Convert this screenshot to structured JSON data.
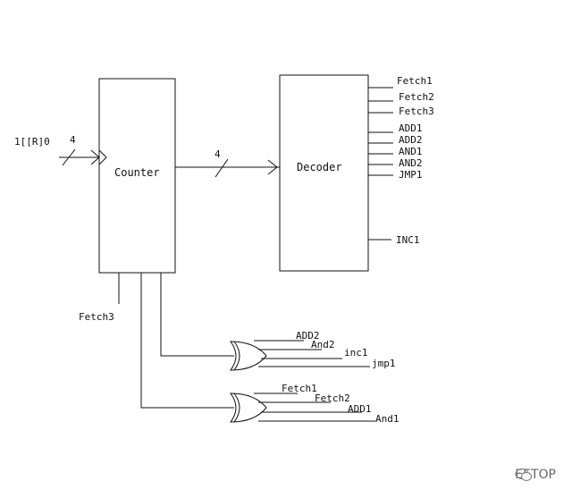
{
  "counter": {
    "label": "Counter",
    "input_label": "1[[R]0",
    "input_width": "4",
    "bottom_signal": "Fetch3"
  },
  "bus": {
    "width": "4"
  },
  "decoder": {
    "label": "Decoder",
    "outputs": [
      "Fetch1",
      "Fetch2",
      "Fetch3",
      "ADD1",
      "ADD2",
      "AND1",
      "AND2",
      "JMP1"
    ],
    "extra_output": "INC1"
  },
  "or_gate_1": {
    "inputs": [
      "ADD2",
      "And2",
      "inc1",
      "jmp1"
    ]
  },
  "or_gate_2": {
    "inputs": [
      "Fetch1",
      "Fetch2",
      "ADD1",
      "And1"
    ]
  },
  "watermark": {
    "text": "EETOP"
  }
}
